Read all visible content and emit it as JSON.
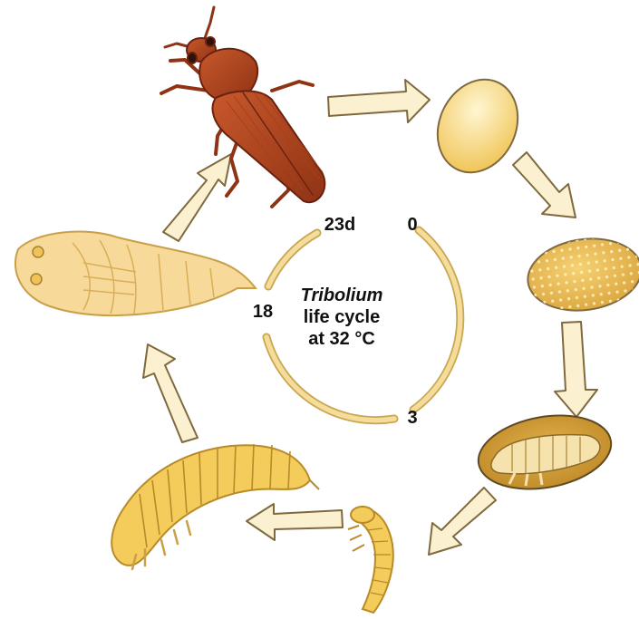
{
  "center": {
    "genus": "Tribolium",
    "line2": "life cycle",
    "line3": "at 32 °C"
  },
  "day_markers": [
    {
      "key": "adult",
      "text": "23d"
    },
    {
      "key": "egg",
      "text": "0"
    },
    {
      "key": "hatch",
      "text": "3"
    },
    {
      "key": "pupa",
      "text": "18"
    }
  ],
  "stages": [
    "adult beetle",
    "fresh egg",
    "developing egg",
    "embryo in egg",
    "young larva",
    "late larva",
    "pupa"
  ],
  "colors": {
    "ring": "#f4dc9a",
    "ring_stroke": "#c9a64f",
    "arrow_fill": "#fbf0cf",
    "arrow_stroke": "#7f6a3f",
    "beetle": "#b4461f",
    "beetle_dark": "#6a2210",
    "egg_light": "#fbe6a2",
    "egg_mid": "#f2c95f",
    "larva": "#f3cc5c",
    "larva_dark": "#b98a28",
    "pupa": "#f7d99a"
  }
}
